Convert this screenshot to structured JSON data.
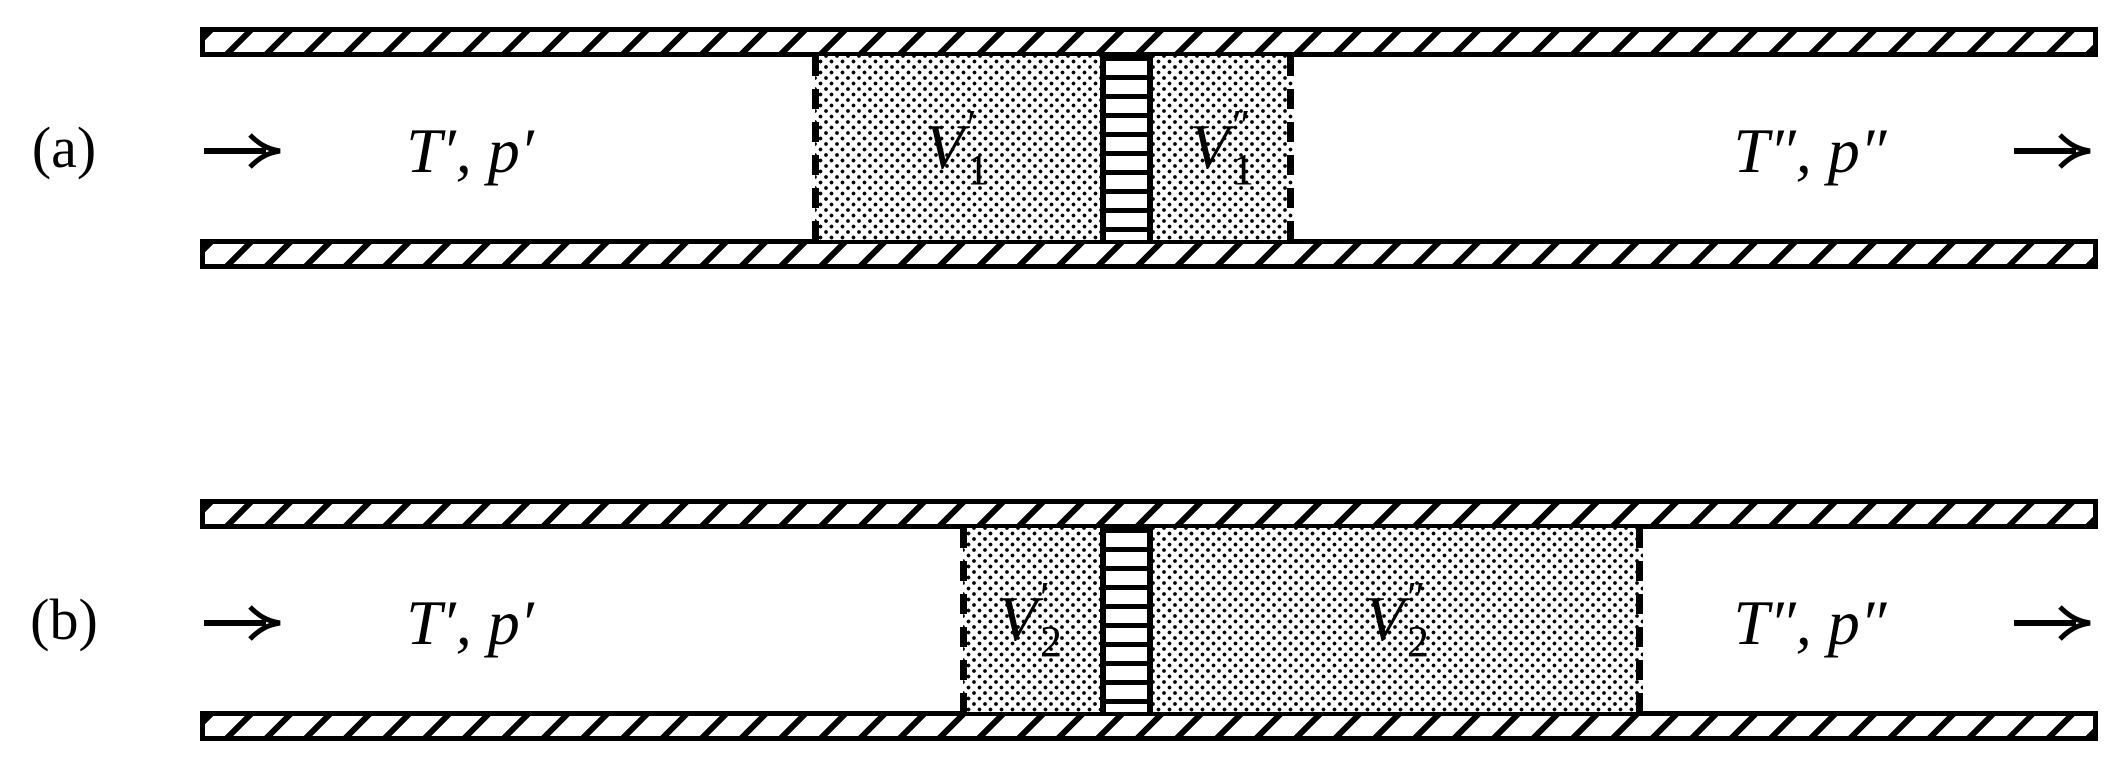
{
  "colors": {
    "ink": "#000000",
    "background": "#ffffff"
  },
  "textures": {
    "wall": "diagonal-hatch",
    "gas_volume": "stipple-dots",
    "plug": "porous-plug-slats"
  },
  "panels": [
    {
      "label": "(a)",
      "inlet_state": "T′, p′",
      "outlet_state": "T″, p″",
      "upstream_volume": {
        "base": "V",
        "sub": "1",
        "sup": "′"
      },
      "downstream_volume": {
        "base": "V",
        "sub": "1",
        "sup": "″"
      }
    },
    {
      "label": "(b)",
      "inlet_state": "T′, p′",
      "outlet_state": "T″, p″",
      "upstream_volume": {
        "base": "V",
        "sub": "2",
        "sup": "′"
      },
      "downstream_volume": {
        "base": "V",
        "sub": "2",
        "sup": "″"
      }
    }
  ]
}
